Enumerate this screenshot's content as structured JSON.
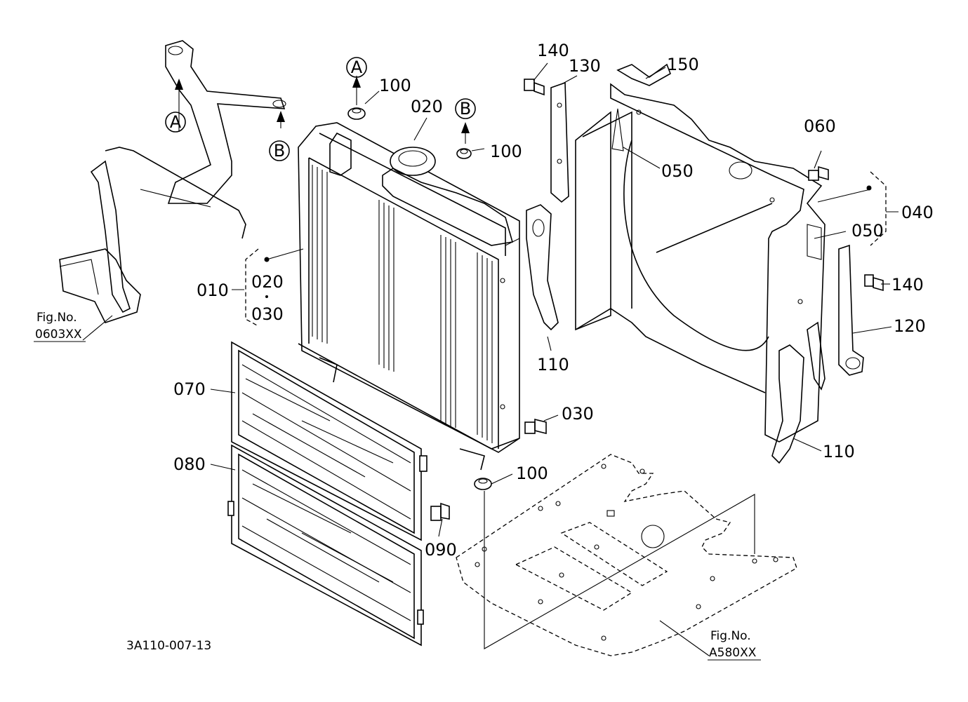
{
  "labels": {
    "p010": "010",
    "p020": "020",
    "p020_group": "020",
    "p030": "030",
    "p030_group": "030",
    "p040": "040",
    "p050_top": "050",
    "p050_right": "050",
    "p060": "060",
    "p070": "070",
    "p080": "080",
    "p090": "090",
    "p100_top": "100",
    "p100_mid": "100",
    "p100_bottom": "100",
    "p110_left": "110",
    "p110_right": "110",
    "p120": "120",
    "p130": "130",
    "p140_top": "140",
    "p140_right": "140",
    "p150": "150"
  },
  "callouts": {
    "a_upper": "A",
    "a_lower": "A",
    "b_upper": "B",
    "b_lower": "B"
  },
  "figure_refs": {
    "left_title": "Fig.No.",
    "left_number": "0603XX",
    "right_title": "Fig.No.",
    "right_number": "A580XX"
  },
  "drawing_code": "3A110-007-13"
}
